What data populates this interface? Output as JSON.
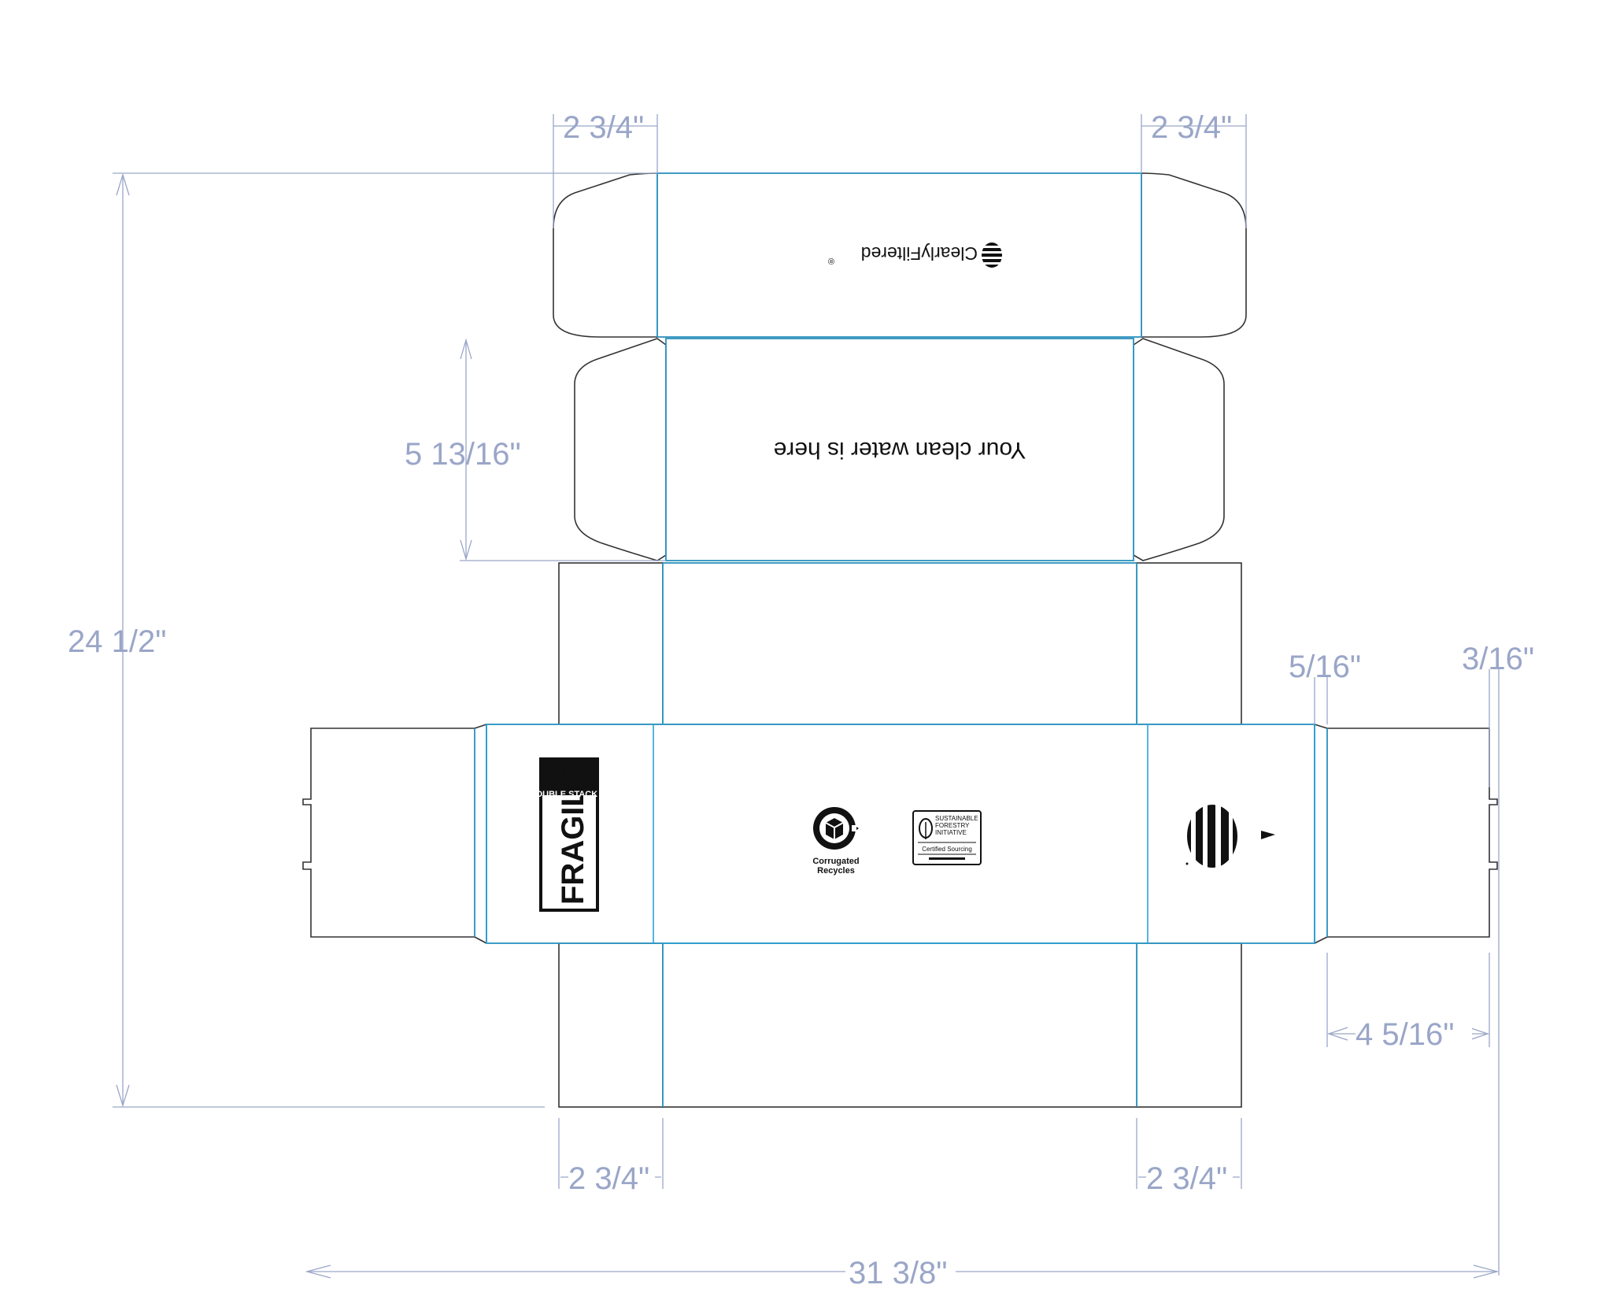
{
  "dimensions": {
    "top_flap_left": "2 3/4\"",
    "top_flap_right": "2 3/4\"",
    "lid_depth": "5 13/16\"",
    "total_height": "24 1/2\"",
    "tuck_slot": "5/16\"",
    "edge": "3/16\"",
    "side_panel_width": "4 5/16\"",
    "bottom_left": "2 3/4\"",
    "bottom_right": "2 3/4\"",
    "total_width": "31 3/8\""
  },
  "artwork": {
    "brand_name": "ClearlyFiltered",
    "brand_mark": "®",
    "lid_message": "Your clean water is here",
    "fragile_title": "FRAGILE",
    "fragile_subtitle": "DO NOT DOUBLE STACK",
    "recycle_label_1": "Corrugated",
    "recycle_label_2": "Recycles",
    "sfi_line_1": "SUSTAINABLE",
    "sfi_line_2": "FORESTRY",
    "sfi_line_3": "INITIATIVE",
    "sfi_cert": "Certified Sourcing"
  },
  "icons": [
    "brand-logo-icon",
    "corrugated-recycles-icon",
    "sfi-tree-icon"
  ],
  "colors": {
    "cut_line": "#333333",
    "fold_line": "#2aa3d8",
    "dimension": "#9aa6c8",
    "artwork": "#111111"
  }
}
